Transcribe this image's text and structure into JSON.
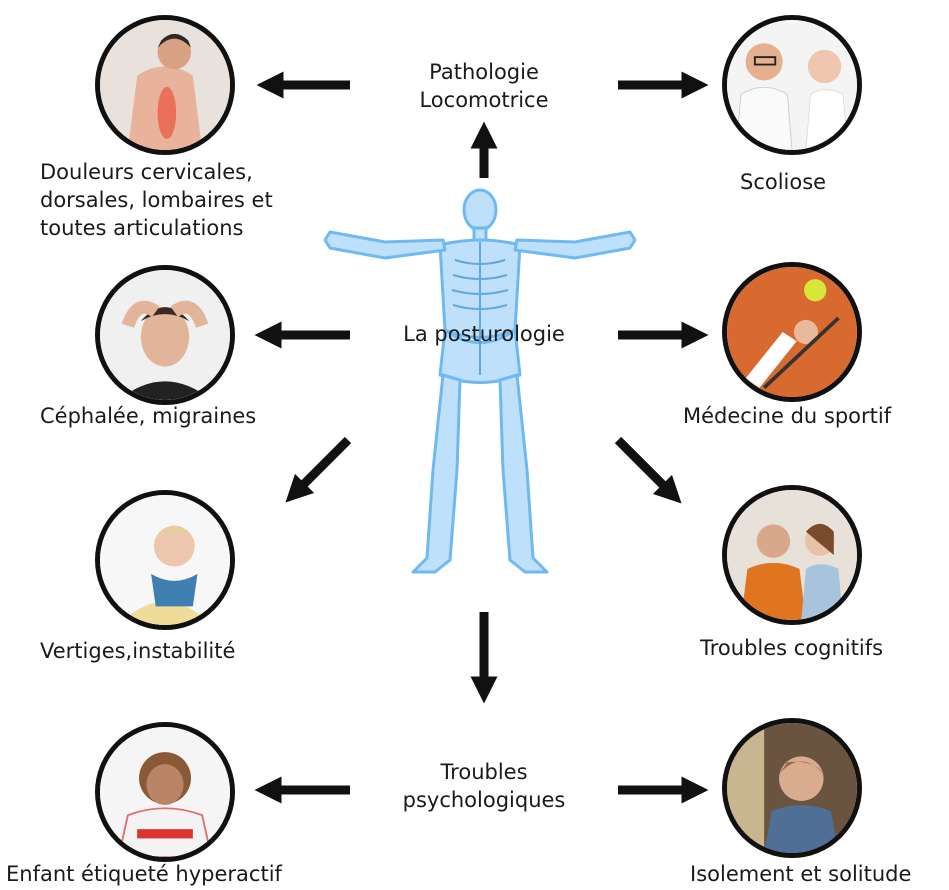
{
  "center_label": "La posturologie",
  "top_label": [
    "Pathologie",
    "Locomotrice"
  ],
  "bottom_label": [
    "Troubles",
    "psychologiques"
  ],
  "items": {
    "back_pain": {
      "lines": [
        "Douleurs cervicales,",
        "dorsales, lombaires et",
        "toutes articulations"
      ],
      "icon": "back-pain-icon"
    },
    "scoliosis": {
      "lines": [
        "Scoliose"
      ],
      "icon": "doctor-exam-icon"
    },
    "headache": {
      "lines": [
        "Céphalée, migraines"
      ],
      "icon": "headache-icon"
    },
    "sports": {
      "lines": [
        "Médecine du sportif"
      ],
      "icon": "tennis-player-icon"
    },
    "vertigo": {
      "lines": [
        "Vertiges,instabilité"
      ],
      "icon": "dizzy-woman-icon"
    },
    "cognitive": {
      "lines": [
        "Troubles cognitifs"
      ],
      "icon": "worried-couple-icon"
    },
    "hyperactive": {
      "lines": [
        "Enfant étiqueté hyperactif"
      ],
      "icon": "child-icon"
    },
    "isolation": {
      "lines": [
        "Isolement et solitude"
      ],
      "icon": "elderly-woman-icon"
    }
  },
  "colors": {
    "arrow": "#111111",
    "skeleton": "#6fb9f2",
    "skeleton_light": "#bfe0fb",
    "text": "#1a1a1a"
  }
}
